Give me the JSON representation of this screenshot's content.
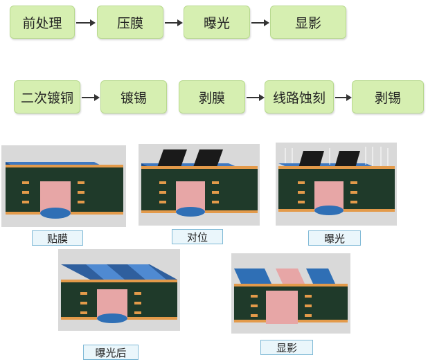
{
  "flow_row1": [
    "前处理",
    "压膜",
    "曝光",
    "显影"
  ],
  "flow_row2": [
    "二次镀铜",
    "镀锡",
    "剥膜",
    "线路蚀刻",
    "剥锡"
  ],
  "captions": {
    "film": "贴膜",
    "align": "对位",
    "expose": "曝光",
    "after_expose": "曝光后",
    "develop": "显影"
  },
  "colors": {
    "step_fill": "#d6efb1",
    "board_core": "#1f3a2a",
    "dry_film": "#2f6fb5",
    "copper": "#e39a4a",
    "via_hole": "#e7a6a6",
    "mask": "#1a1a1a"
  }
}
